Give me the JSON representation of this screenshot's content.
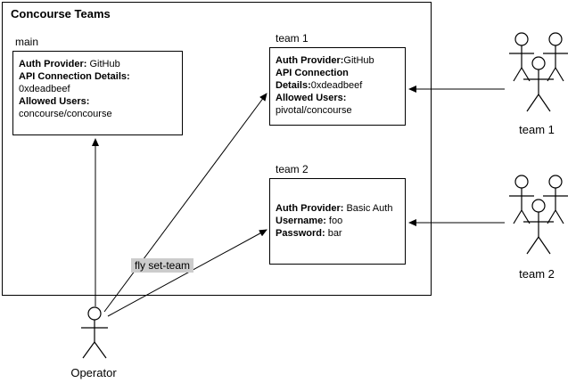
{
  "title": "Concourse Teams",
  "boxes": {
    "main": {
      "label": "main",
      "lines": [
        {
          "b": "Auth Provider:",
          "t": " GitHub"
        },
        {
          "b": "API Connection Details:",
          "t": ""
        },
        {
          "b": "",
          "t": "0xdeadbeef"
        },
        {
          "b": "Allowed Users:",
          "t": ""
        },
        {
          "b": "",
          "t": "concourse/concourse"
        }
      ]
    },
    "team1": {
      "label": "team 1",
      "lines": [
        {
          "b": "Auth Provider:",
          "t": "GitHub"
        },
        {
          "b": "API Connection",
          "t": ""
        },
        {
          "b": "Details:",
          "t": "0xdeadbeef"
        },
        {
          "b": "Allowed Users:",
          "t": ""
        },
        {
          "b": "",
          "t": "pivotal/concourse"
        }
      ]
    },
    "team2": {
      "label": "team 2",
      "lines": [
        {
          "b": "Auth Provider:",
          "t": " Basic Auth"
        },
        {
          "b": "Username:",
          "t": " foo"
        },
        {
          "b": "Password:",
          "t": " bar"
        }
      ]
    }
  },
  "labels": {
    "fly_set_team": "fly set-team",
    "operator": "Operator",
    "team1_actor": "team 1",
    "team2_actor": "team 2"
  },
  "colors": {
    "command_bg": "#cccccc",
    "line": "#000000"
  }
}
